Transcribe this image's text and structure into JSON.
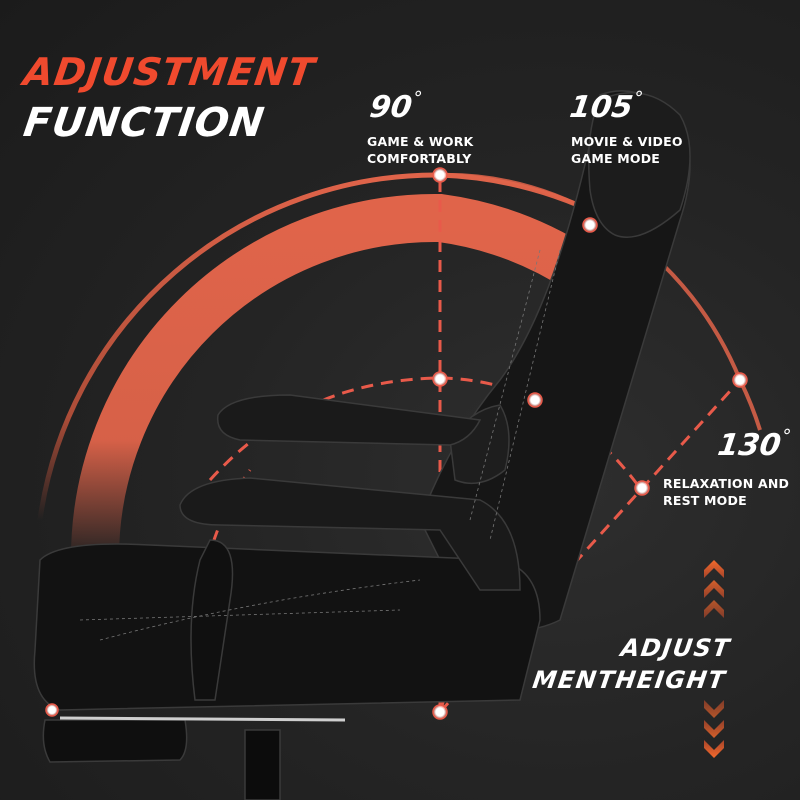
{
  "header": {
    "title_line1": "ADJUSTMENT",
    "title_line2": "FUNCTION"
  },
  "angles": [
    {
      "degree": "90",
      "unit": "°",
      "caption_line1": "GAME & WORK",
      "caption_line2": "COMFORTABLY"
    },
    {
      "degree": "105",
      "unit": "°",
      "caption_line1": "MOVIE & VIDEO",
      "caption_line2": "GAME MODE"
    },
    {
      "degree": "130",
      "unit": "°",
      "caption_line1": "RELAXATION AND",
      "caption_line2": "REST MODE"
    }
  ],
  "height_adjust": {
    "line1": "ADJUST",
    "line2": "MENTHEIGHT",
    "arrow_up_icon": "triple-chevron-up-icon",
    "arrow_down_icon": "triple-chevron-down-icon"
  },
  "colors": {
    "accent_red": "#f04a2e",
    "arc_salmon": "#e0644a",
    "dashed_red": "#e85a4a",
    "chevron_orange": "#f0602a",
    "background": "#232323"
  }
}
